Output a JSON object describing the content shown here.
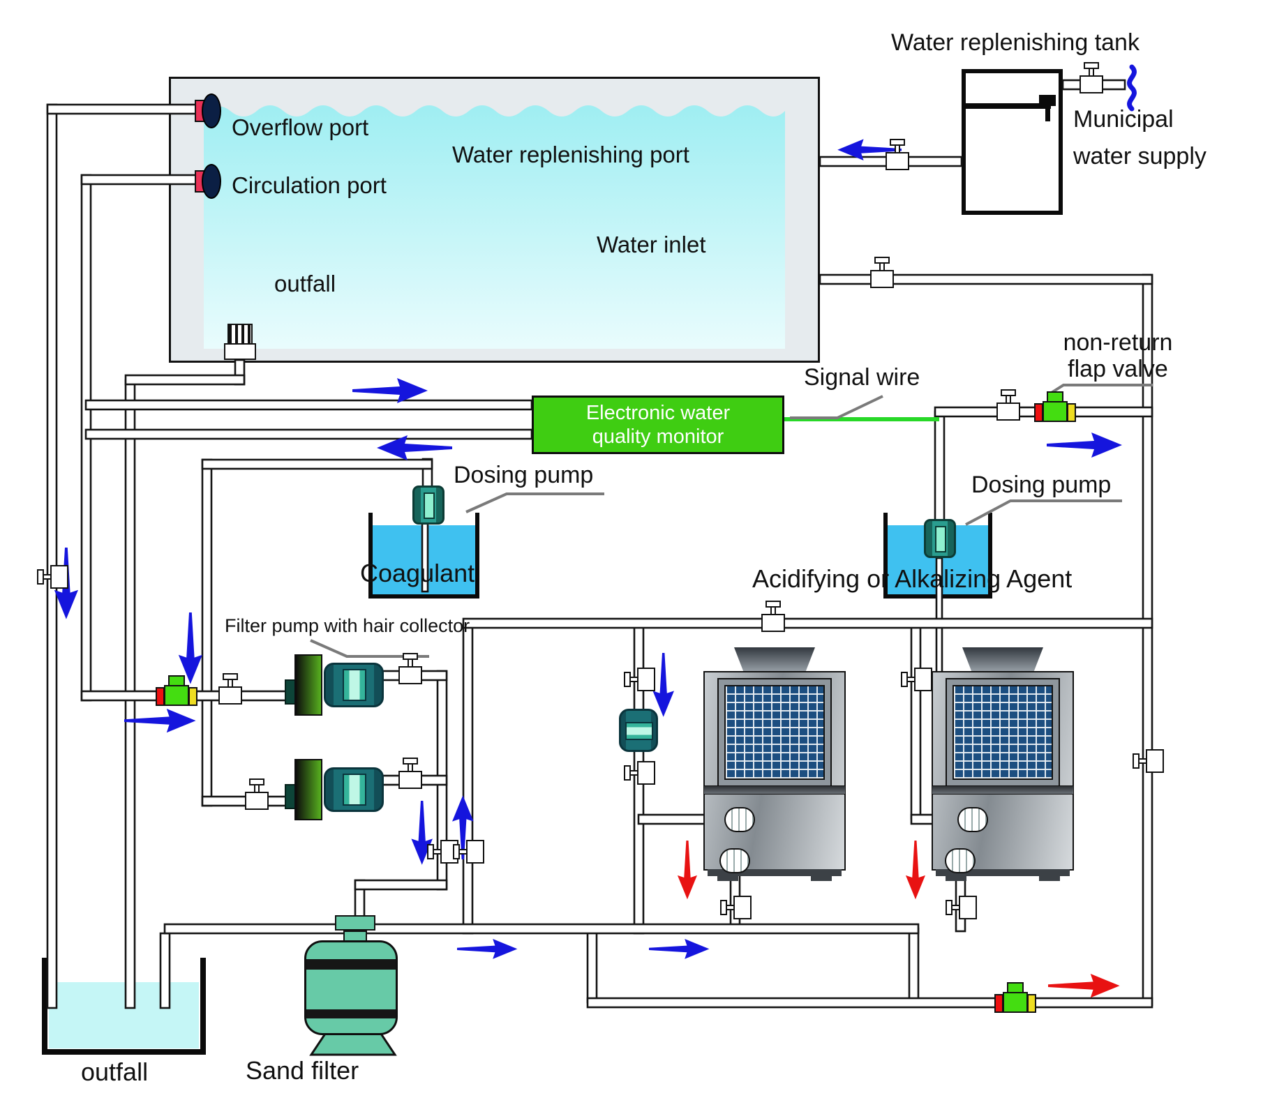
{
  "labels": {
    "overflow_port": "Overflow port",
    "circulation_port": "Circulation port",
    "water_replenishing_port": "Water replenishing port",
    "water_inlet": "Water inlet",
    "pool_outfall": "outfall",
    "water_replenishing_tank": "Water replenishing tank",
    "municipal_line1": "Municipal",
    "municipal_line2": "water supply",
    "signal_wire": "Signal wire",
    "non_return_line1": "non-return",
    "non_return_line2": "flap valve",
    "monitor_line1": "Electronic water",
    "monitor_line2": "quality monitor",
    "dosing_pump_coagulant": "Dosing pump",
    "dosing_pump_agent": "Dosing pump",
    "coagulant": "Coagulant",
    "acid_agent": "Acidifying or Alkalizing Agent",
    "filter_pump": "Filter pump with hair collector",
    "sand_filter": "Sand filter",
    "outfall": "outfall"
  },
  "colors": {
    "monitor_green": "#3fcd12",
    "signal_wire_green": "#28d828",
    "flow_arrow_blue": "#1515dd",
    "flow_arrow_red": "#e81212",
    "check_valve_green": "#44dd11",
    "check_valve_red": "#ee1111",
    "check_valve_yellow": "#eedd22",
    "pool_water": "#a5eef2",
    "tank_water": "#3fc1f0",
    "outfall_water": "#c5f6f6",
    "sand_filter_teal": "#67caa7",
    "pump_teal": "#2a9d8f",
    "pipe_fill": "#ffffff",
    "heat_pump_coil": "#1c4e80"
  }
}
